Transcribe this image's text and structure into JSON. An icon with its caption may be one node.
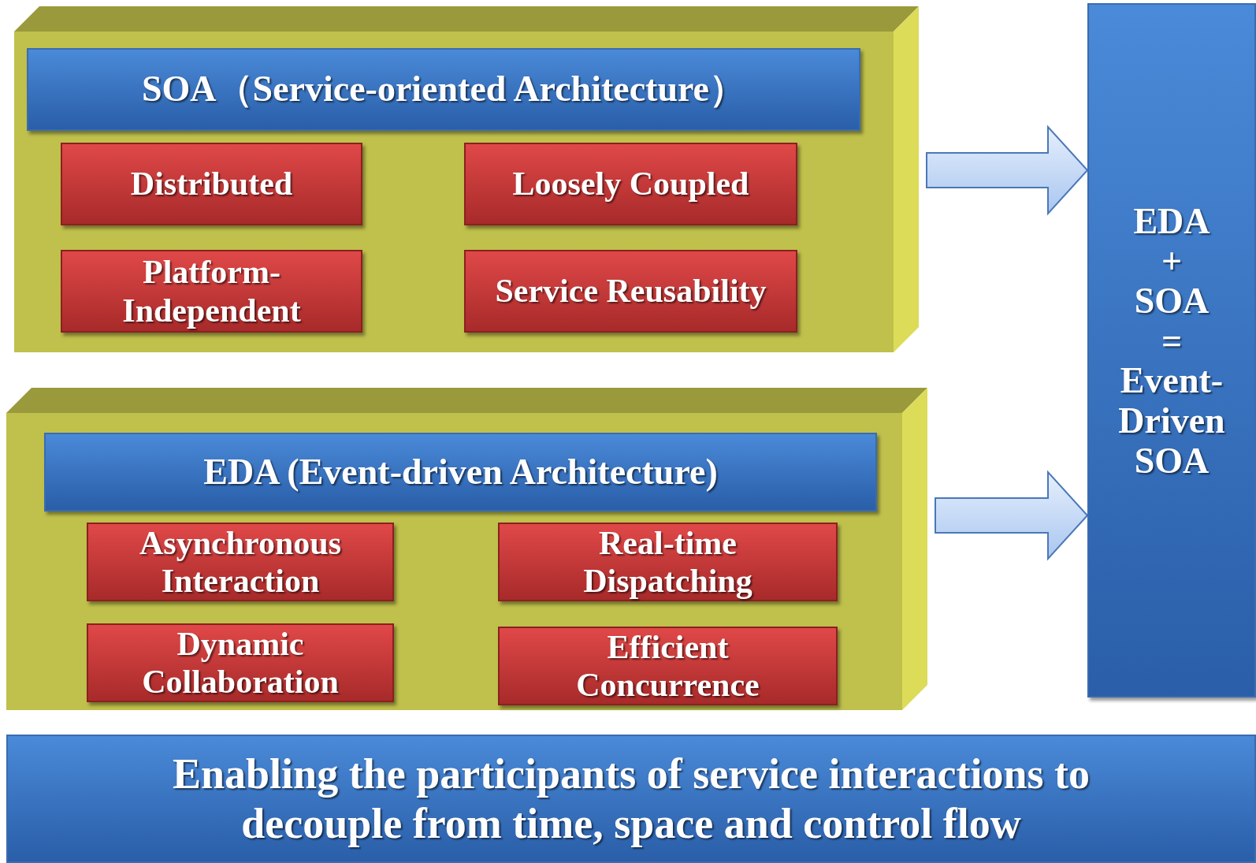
{
  "diagram": {
    "nodes": [
      {
        "text": [],
        "shape": "box"
      },
      {
        "text": [
          "SOA（Service-oriented Architecture）"
        ],
        "in": 0
      },
      {
        "text": [
          "Distributed"
        ],
        "in": 0
      },
      {
        "text": [
          "Loosely Coupled"
        ],
        "in": 0
      },
      {
        "text": [
          "Platform-Independent"
        ],
        "in": 0
      },
      {
        "text": [
          "Service Reusability"
        ],
        "in": 0
      },
      {
        "text": [],
        "shape": "box"
      },
      {
        "text": [
          "EDA (Event-driven Architecture)"
        ],
        "in": 6
      },
      {
        "text": [
          "Asynchronous Interaction"
        ],
        "in": 6
      },
      {
        "text": [
          "Real-time Dispatching"
        ],
        "in": 6
      },
      {
        "text": [
          "Dynamic Collaboration"
        ],
        "in": 6
      },
      {
        "text": [
          "Efficient Concurrence"
        ],
        "in": 6
      },
      {
        "text": [
          "EDA",
          "+",
          "SOA",
          "=",
          "Event-Driven SOA"
        ]
      },
      {
        "text": [
          "Enabling the participants of service interactions to decouple from time, space and control flow"
        ]
      }
    ],
    "edges": [
      {
        "from": 0,
        "to": 12,
        "arrow": "to"
      },
      {
        "from": 6,
        "to": 12,
        "arrow": "to"
      }
    ]
  }
}
